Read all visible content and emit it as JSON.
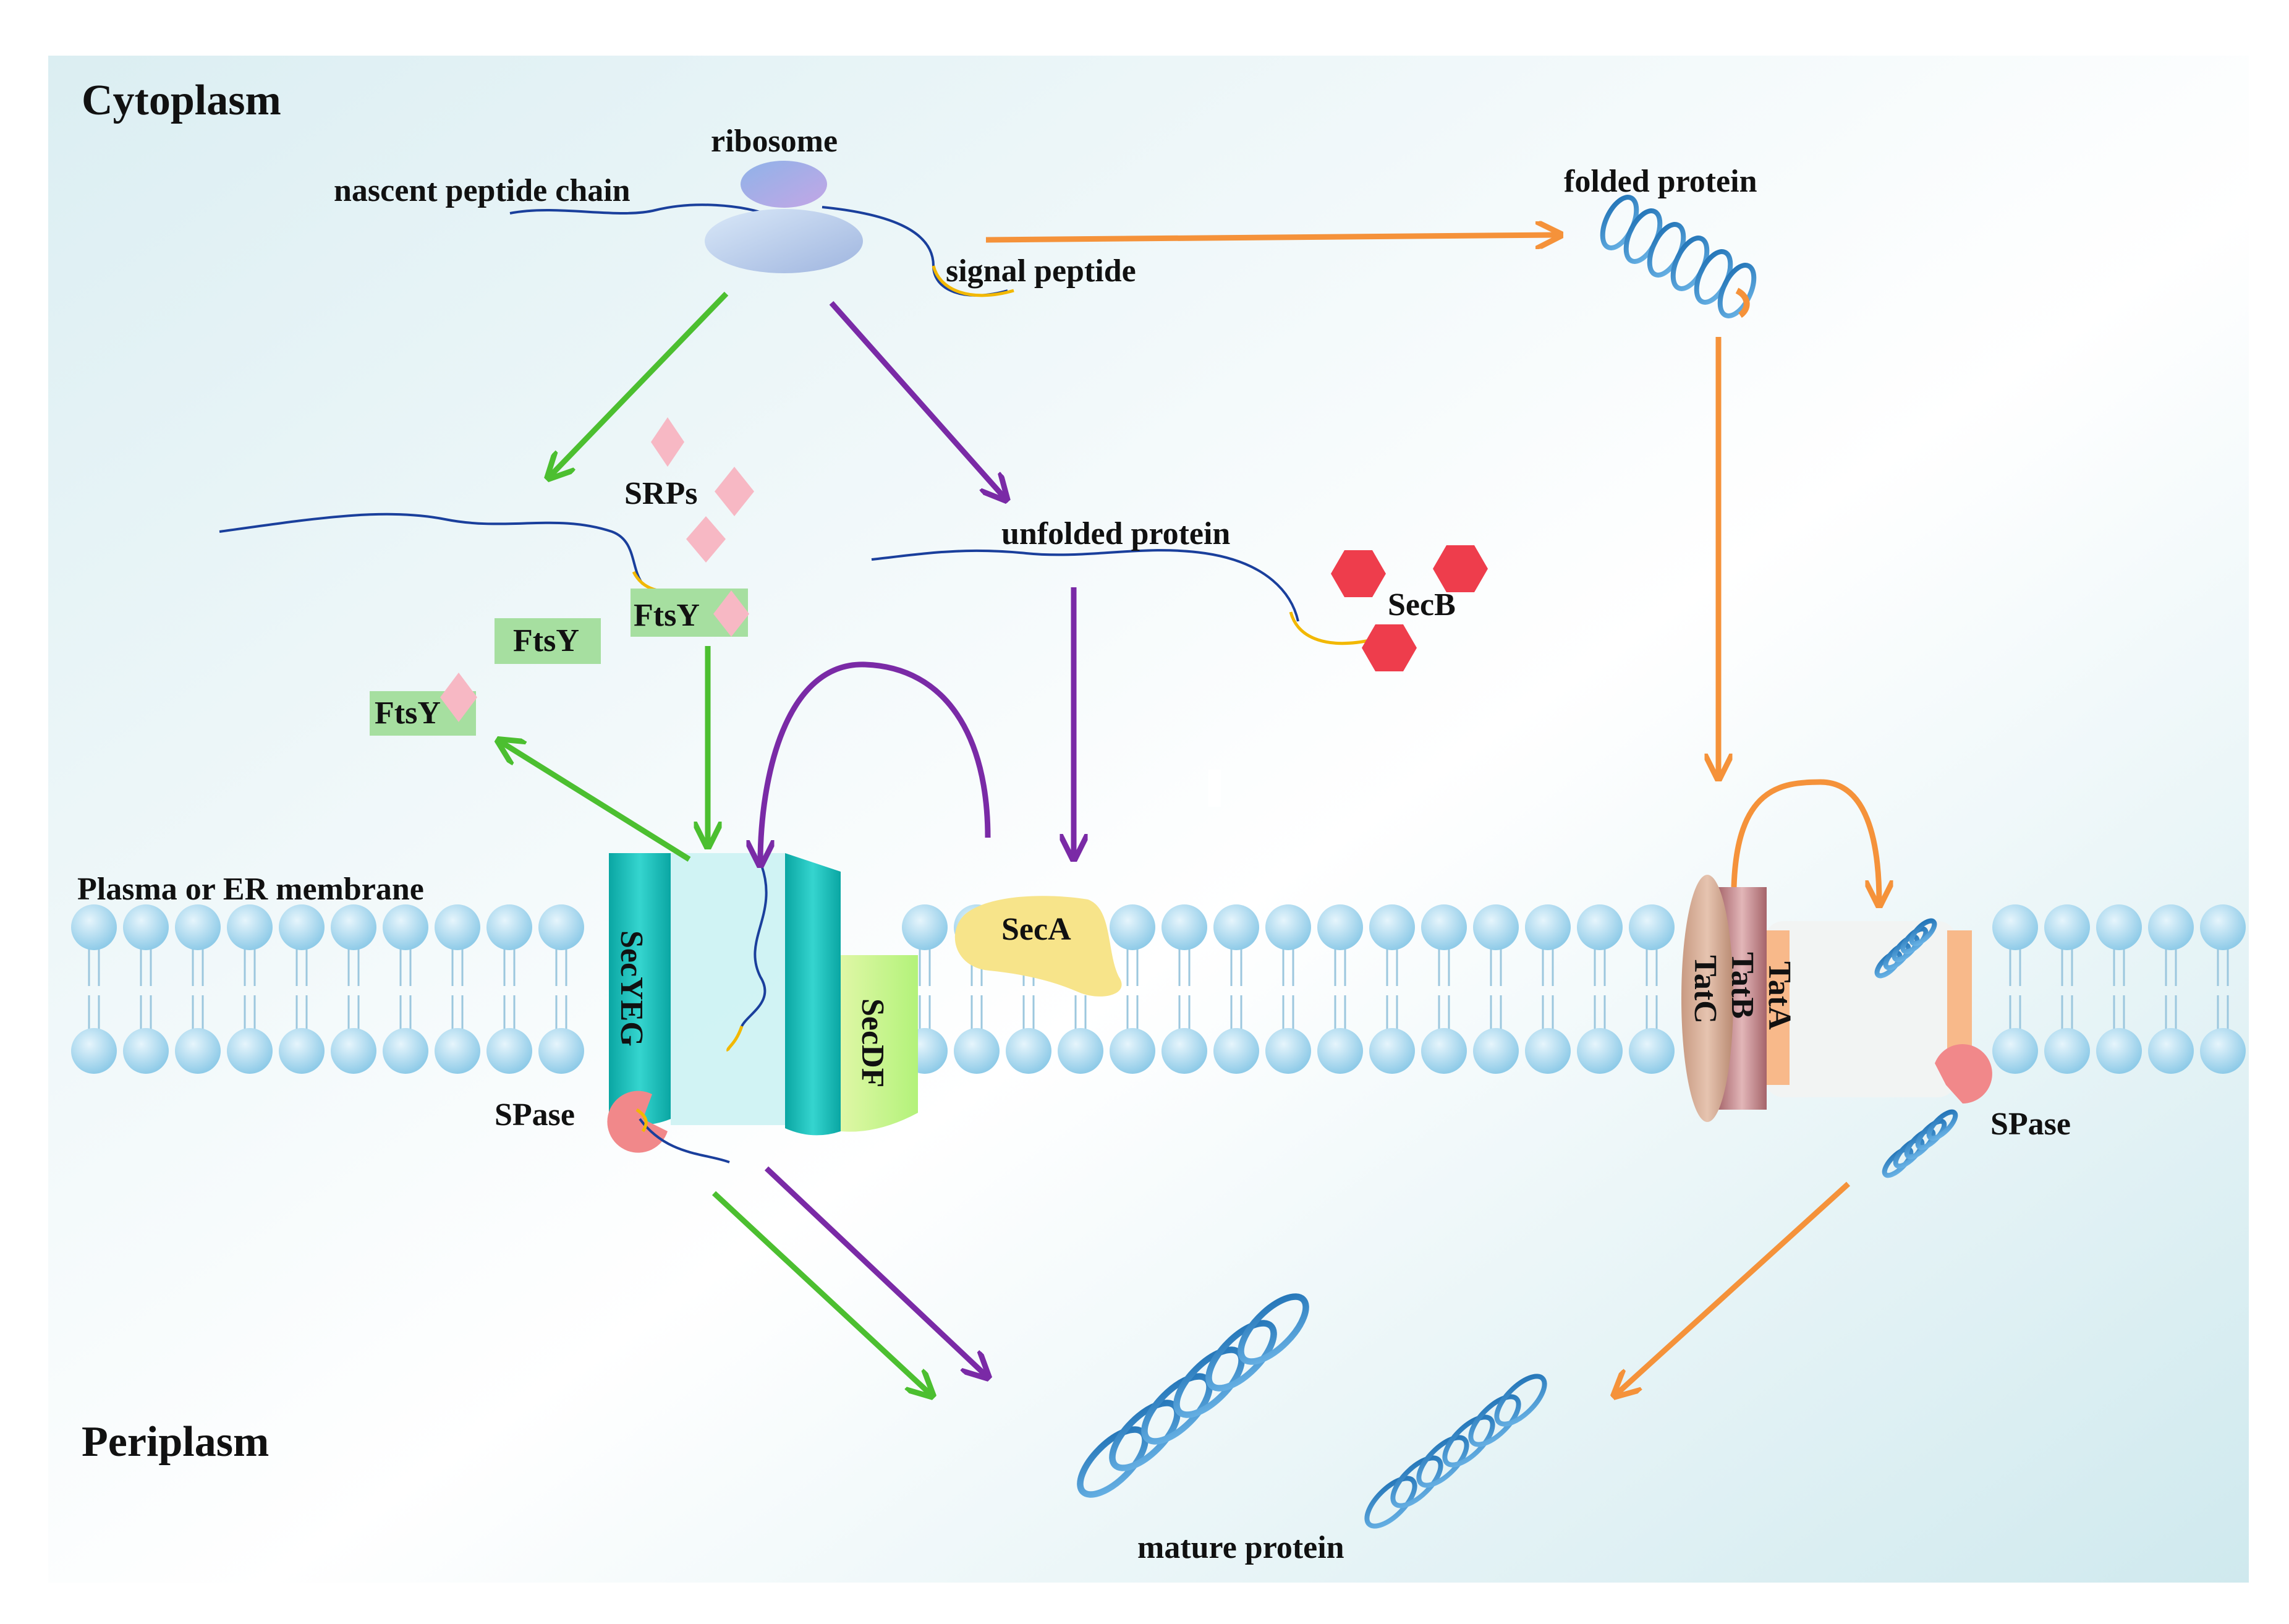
{
  "regions": {
    "top": "Cytoplasm",
    "membrane": "Plasma or ER membrane",
    "bottom": "Periplasm"
  },
  "labels": {
    "ribosome": "ribosome",
    "nascent": "nascent peptide chain",
    "signal_peptide": "signal peptide",
    "folded_protein": "folded protein",
    "srps": "SRPs",
    "unfolded_protein": "unfolded protein",
    "secb": "SecB",
    "ftsy_bound": "FtsY",
    "ftsy_free": "FtsY",
    "ftsy_released": "FtsY",
    "secyeg": "SecYEG",
    "secdf": "SecDF",
    "seca": "SecA",
    "tatc": "TatC",
    "tatb": "TatB",
    "tata": "TatA",
    "spase_left": "SPase",
    "spase_right": "SPase",
    "mature_protein": "mature protein"
  },
  "colors": {
    "green_pathway": "#4cbf30",
    "purple_pathway": "#7a2aa6",
    "orange_pathway": "#f5923a",
    "srp": "#f7b8c4",
    "secb": "#ee3d4c",
    "secyeg": "#16c0bc",
    "seca": "#f7e48a",
    "helix": "#2a82c6",
    "lipid_head": "#a8d8ef"
  }
}
